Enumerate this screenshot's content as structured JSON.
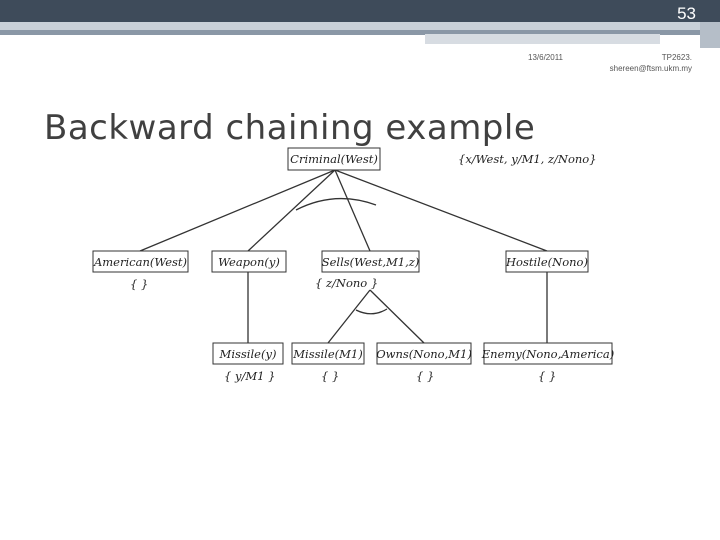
{
  "slide": {
    "page_number": "53",
    "date": "13/6/2011",
    "course_code": "TP2623.",
    "email": "shereen@ftsm.ukm.my",
    "title": "Backward chaining example"
  },
  "colors": {
    "header_bar": "#3e4b5a",
    "accent_bar": "#8a97a6",
    "tree_line": "#333333"
  },
  "diagram": {
    "nodes": {
      "root": "Criminal(West)",
      "american": "American(West)",
      "weapon": "Weapon(y)",
      "sells": "Sells(West,M1,z)",
      "hostile": "Hostile(Nono)",
      "missile_y": "Missile(y)",
      "missile_m1": "Missile(M1)",
      "owns": "Owns(Nono,M1)",
      "enemy": "Enemy(Nono,America)"
    },
    "substitutions": {
      "root": "{x/West, y/M1, z/Nono}",
      "american": "{ }",
      "sells": "{ z/Nono }",
      "missile_y": "{ y/M1 }",
      "missile_m1": "{ }",
      "owns": "{ }",
      "enemy": "{ }"
    }
  }
}
